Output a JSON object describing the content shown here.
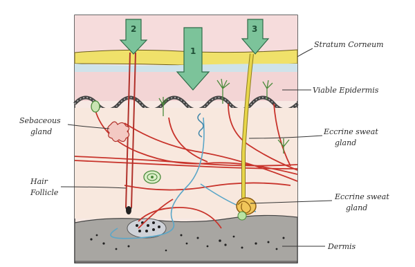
{
  "labels": {
    "stratum_corneum": "Stratum Corneum",
    "viable_epidermis": "Viable Epidermis",
    "sebaceous_gland_1": "Sebaceous",
    "sebaceous_gland_2": "gland",
    "eccrine_duct_1": "Eccrine sweat",
    "eccrine_duct_2": "gland",
    "hair_follicle_1": "Hair",
    "hair_follicle_2": "Follicle",
    "eccrine_gland_1": "Eccrine sweat",
    "eccrine_gland_2": "gland",
    "dermis": "Dermis"
  },
  "arrows": {
    "route_1": "1",
    "route_2": "2",
    "route_3": "3"
  },
  "colors": {
    "stratum": "#f0e16a",
    "epidermis_band": "#cfe3ea",
    "epidermis": "#f6dede",
    "dermis_upper": "#f8e8de",
    "subcutis": "#a8a6a2",
    "arrow": "#7cc39a",
    "vessel": "#c8332b",
    "nerve": "#5aa6c8",
    "duct": "#e8d64a"
  }
}
